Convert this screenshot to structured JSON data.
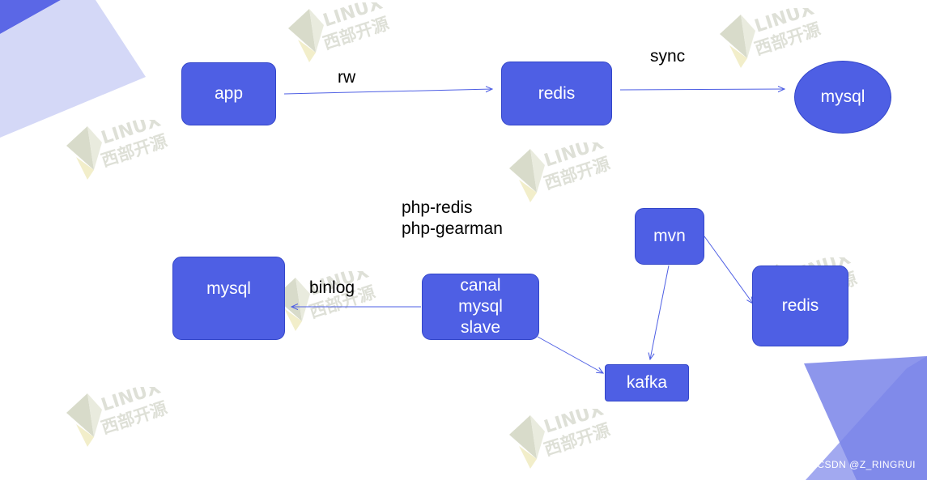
{
  "nodes": [
    {
      "id": "app",
      "label": "app",
      "shape": "rounded-rect"
    },
    {
      "id": "redis_top",
      "label": "redis",
      "shape": "rounded-rect"
    },
    {
      "id": "mysql_top",
      "label": "mysql",
      "shape": "ellipse"
    },
    {
      "id": "mysql_bottom",
      "label": "mysql",
      "shape": "rounded-rect"
    },
    {
      "id": "canal",
      "label": "canal\nmysql\nslave",
      "shape": "rounded-rect"
    },
    {
      "id": "mvn",
      "label": "mvn",
      "shape": "rounded-rect"
    },
    {
      "id": "kafka",
      "label": "kafka",
      "shape": "rounded-rect"
    },
    {
      "id": "redis_bottom",
      "label": "redis",
      "shape": "rounded-rect"
    }
  ],
  "edges": [
    {
      "from": "app",
      "to": "redis_top",
      "label": "rw"
    },
    {
      "from": "redis_top",
      "to": "mysql_top",
      "label": "sync"
    },
    {
      "from": "canal",
      "to": "mysql_bottom",
      "label": "binlog"
    },
    {
      "from": "canal",
      "to": "kafka",
      "label": ""
    },
    {
      "from": "mvn",
      "to": "kafka",
      "label": ""
    },
    {
      "from": "mvn",
      "to": "redis_bottom",
      "label": ""
    }
  ],
  "notes": {
    "php_libs": "php-redis\nphp-gearman"
  },
  "watermark": {
    "latin": "LINUX",
    "cjk": "西部开源"
  },
  "credit": "CSDN @Z_RINGRUI",
  "colors": {
    "node_fill": "#4e5fe4",
    "node_border": "#3346c9",
    "edge": "#4e5fe4",
    "corner_light": "#d4d8f7",
    "corner_mid": "#8d96ec",
    "corner_dark": "#5b67e6"
  }
}
